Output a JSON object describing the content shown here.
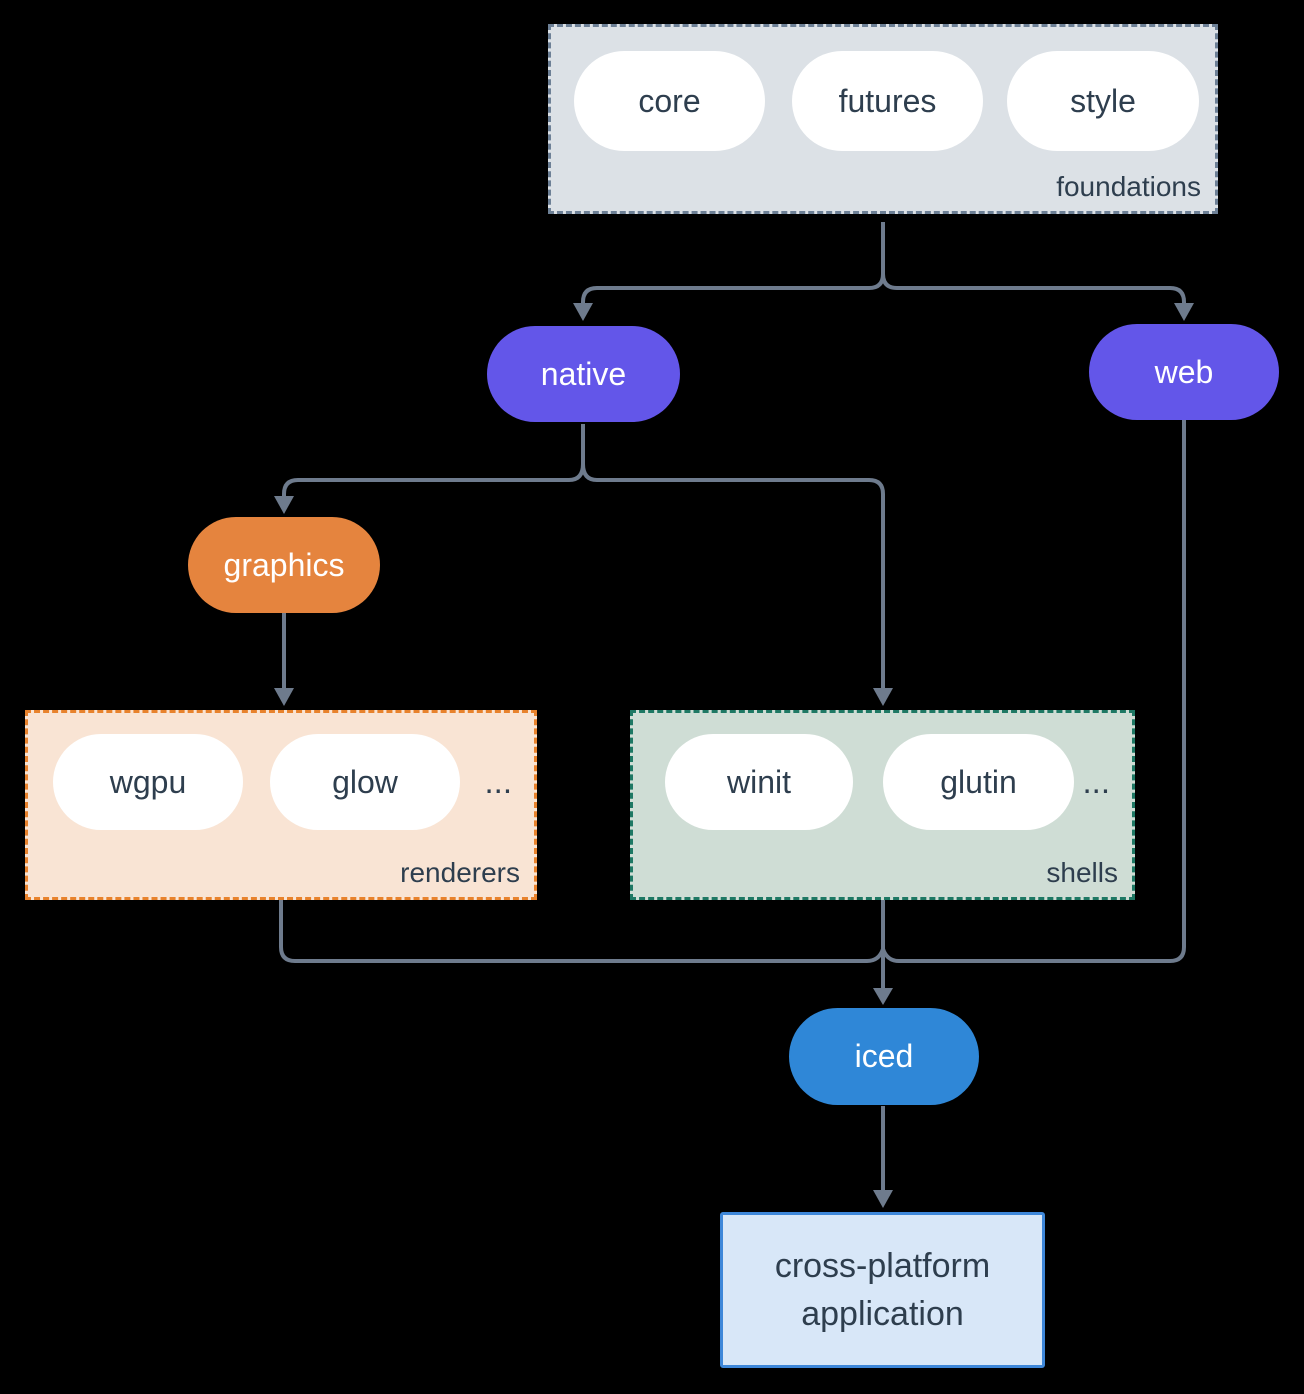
{
  "colors": {
    "bg": "#000000",
    "edge": "#6e7b8d",
    "text-dark": "#2e3e4e",
    "text-light": "#ffffff",
    "pill-white": "#ffffff",
    "purple": "#6356e9",
    "orange": "#e5843e",
    "blue": "#2f87d7",
    "foundations-fill": "#dce1e6",
    "foundations-border": "#6d8096",
    "renderers-fill": "#f9e4d4",
    "renderers-border": "#e8822c",
    "shells-fill": "#cfddd5",
    "shells-border": "#1e7864",
    "app-fill": "#d8e7f8",
    "app-border": "#3e87d9"
  },
  "foundations": {
    "label": "foundations",
    "pills": {
      "core": "core",
      "futures": "futures",
      "style": "style"
    }
  },
  "native": {
    "label": "native"
  },
  "web": {
    "label": "web"
  },
  "graphics": {
    "label": "graphics"
  },
  "renderers": {
    "label": "renderers",
    "pills": {
      "wgpu": "wgpu",
      "glow": "glow"
    },
    "more": "..."
  },
  "shells": {
    "label": "shells",
    "pills": {
      "winit": "winit",
      "glutin": "glutin"
    },
    "more": "..."
  },
  "iced": {
    "label": "iced"
  },
  "app": {
    "label": "cross-platform application"
  },
  "edges": [
    {
      "from": "foundations",
      "to": "native"
    },
    {
      "from": "foundations",
      "to": "web"
    },
    {
      "from": "native",
      "to": "graphics"
    },
    {
      "from": "native",
      "to": "shells"
    },
    {
      "from": "graphics",
      "to": "renderers"
    },
    {
      "from": "renderers",
      "to": "iced"
    },
    {
      "from": "shells",
      "to": "iced"
    },
    {
      "from": "web",
      "to": "iced"
    },
    {
      "from": "iced",
      "to": "app"
    }
  ]
}
